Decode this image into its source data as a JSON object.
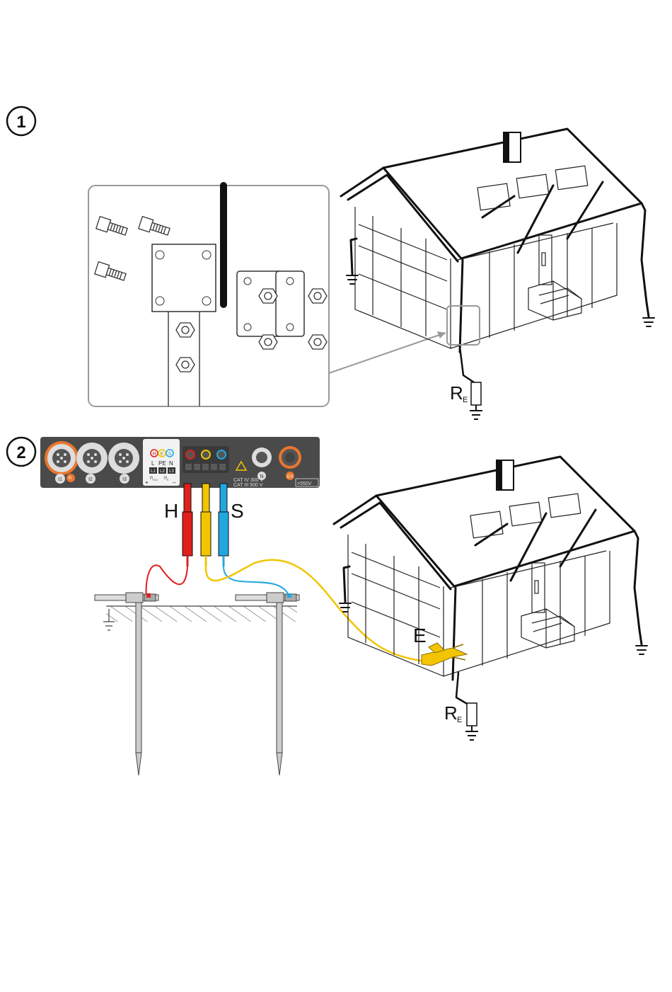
{
  "steps": {
    "step1": "1",
    "step2": "2"
  },
  "labels": {
    "resistance_main": "R",
    "resistance_sub": "E",
    "lead_h": "H",
    "lead_s": "S",
    "clamp_e": "E"
  },
  "meter": {
    "sockets": [
      "I1",
      "I2",
      "I3"
    ],
    "socket_badge": "R",
    "socket_badge_sub": "E",
    "terminal_letters": [
      "H",
      "E",
      "S"
    ],
    "terminal_row": [
      "L",
      "PE",
      "N"
    ],
    "terminal_codes": [
      "L1",
      "L2",
      "L3"
    ],
    "mode_left": "R",
    "mode_left_sub": "ISO",
    "mode_right": "R",
    "mode_right_sub": "E",
    "plus_sign": "+",
    "minus_sign": "–",
    "cat_line1": "CAT IV 300 V",
    "cat_line2": "CAT III 500 V",
    "n_label": "N",
    "es_label": "ES",
    "max_voltage": ">550V"
  },
  "colors": {
    "accent_orange": "#e8772e",
    "lead_red": "#e0201c",
    "lead_yellow": "#f2c500",
    "lead_blue": "#21a7e0",
    "meter_panel": "#4a4a4a"
  }
}
